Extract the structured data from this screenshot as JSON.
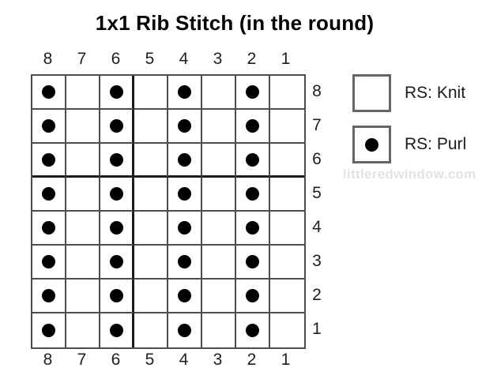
{
  "title": "1x1 Rib Stitch (in the round)",
  "chart": {
    "stitch_numbers_top": [
      "8",
      "7",
      "6",
      "5",
      "4",
      "3",
      "2",
      "1"
    ],
    "stitch_numbers_bottom": [
      "8",
      "7",
      "6",
      "5",
      "4",
      "3",
      "2",
      "1"
    ],
    "row_numbers_right": [
      "8",
      "7",
      "6",
      "5",
      "4",
      "3",
      "2",
      "1"
    ],
    "cells": [
      [
        1,
        0,
        1,
        0,
        1,
        0,
        1,
        0
      ],
      [
        1,
        0,
        1,
        0,
        1,
        0,
        1,
        0
      ],
      [
        1,
        0,
        1,
        0,
        1,
        0,
        1,
        0
      ],
      [
        1,
        0,
        1,
        0,
        1,
        0,
        1,
        0
      ],
      [
        1,
        0,
        1,
        0,
        1,
        0,
        1,
        0
      ],
      [
        1,
        0,
        1,
        0,
        1,
        0,
        1,
        0
      ],
      [
        1,
        0,
        1,
        0,
        1,
        0,
        1,
        0
      ],
      [
        1,
        0,
        1,
        0,
        1,
        0,
        1,
        0
      ]
    ],
    "cell_symbols": {
      "0": "knit-empty",
      "1": "purl-dot"
    },
    "bold_line_after_col_index": 2,
    "bold_line_after_row_index": 2
  },
  "legend": {
    "items": [
      {
        "symbol": "empty-square-icon",
        "has_dot": false,
        "label": "RS: Knit"
      },
      {
        "symbol": "dot-square-icon",
        "has_dot": true,
        "label": "RS: Purl"
      }
    ]
  },
  "watermark": "littleredwindow.com",
  "colors": {
    "background": "#ffffff",
    "grid_line": "#4d4d4d",
    "bold_repeat_line": "#1c1c1c",
    "purl_dot": "#000000",
    "legend_border": "#666666",
    "text": "#1f1f1f",
    "watermark": "#e3e3e3"
  }
}
